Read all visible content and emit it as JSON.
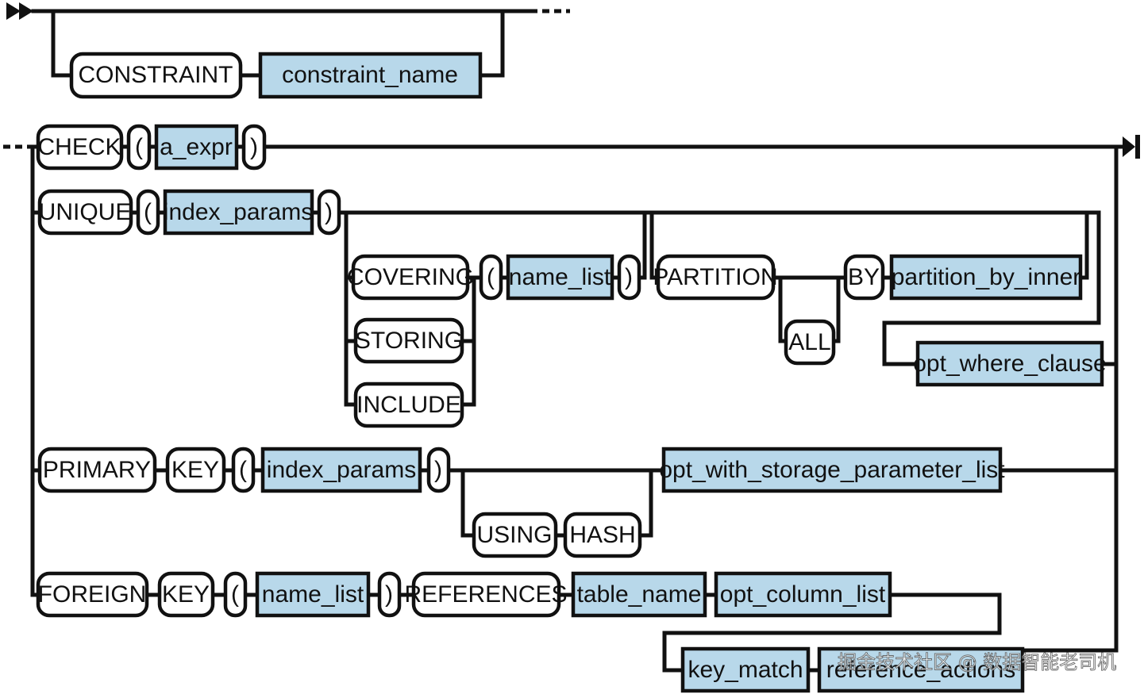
{
  "diagram": {
    "keywords": {
      "constraint": "CONSTRAINT",
      "check": "CHECK",
      "unique": "UNIQUE",
      "covering": "COVERING",
      "storing": "STORING",
      "include": "INCLUDE",
      "partition": "PARTITION",
      "all": "ALL",
      "by": "BY",
      "primary": "PRIMARY",
      "key": "KEY",
      "using": "USING",
      "hash": "HASH",
      "foreign": "FOREIGN",
      "references": "REFERENCES",
      "lparen": "(",
      "rparen": ")"
    },
    "nonterminals": {
      "constraint_name": "constraint_name",
      "a_expr": "a_expr",
      "index_params": "index_params",
      "name_list": "name_list",
      "partition_by_inner": "partition_by_inner",
      "opt_where_clause": "opt_where_clause",
      "opt_with_storage_parameter_list": "opt_with_storage_parameter_list",
      "table_name": "table_name",
      "opt_column_list": "opt_column_list",
      "key_match": "key_match",
      "reference_actions": "reference_actions"
    },
    "colors": {
      "line": "#111111",
      "terminal_fill": "#ffffff",
      "nonterminal_fill": "#b8d8ea"
    },
    "watermark": "掘金技术社区 @ 数据智能老司机"
  }
}
